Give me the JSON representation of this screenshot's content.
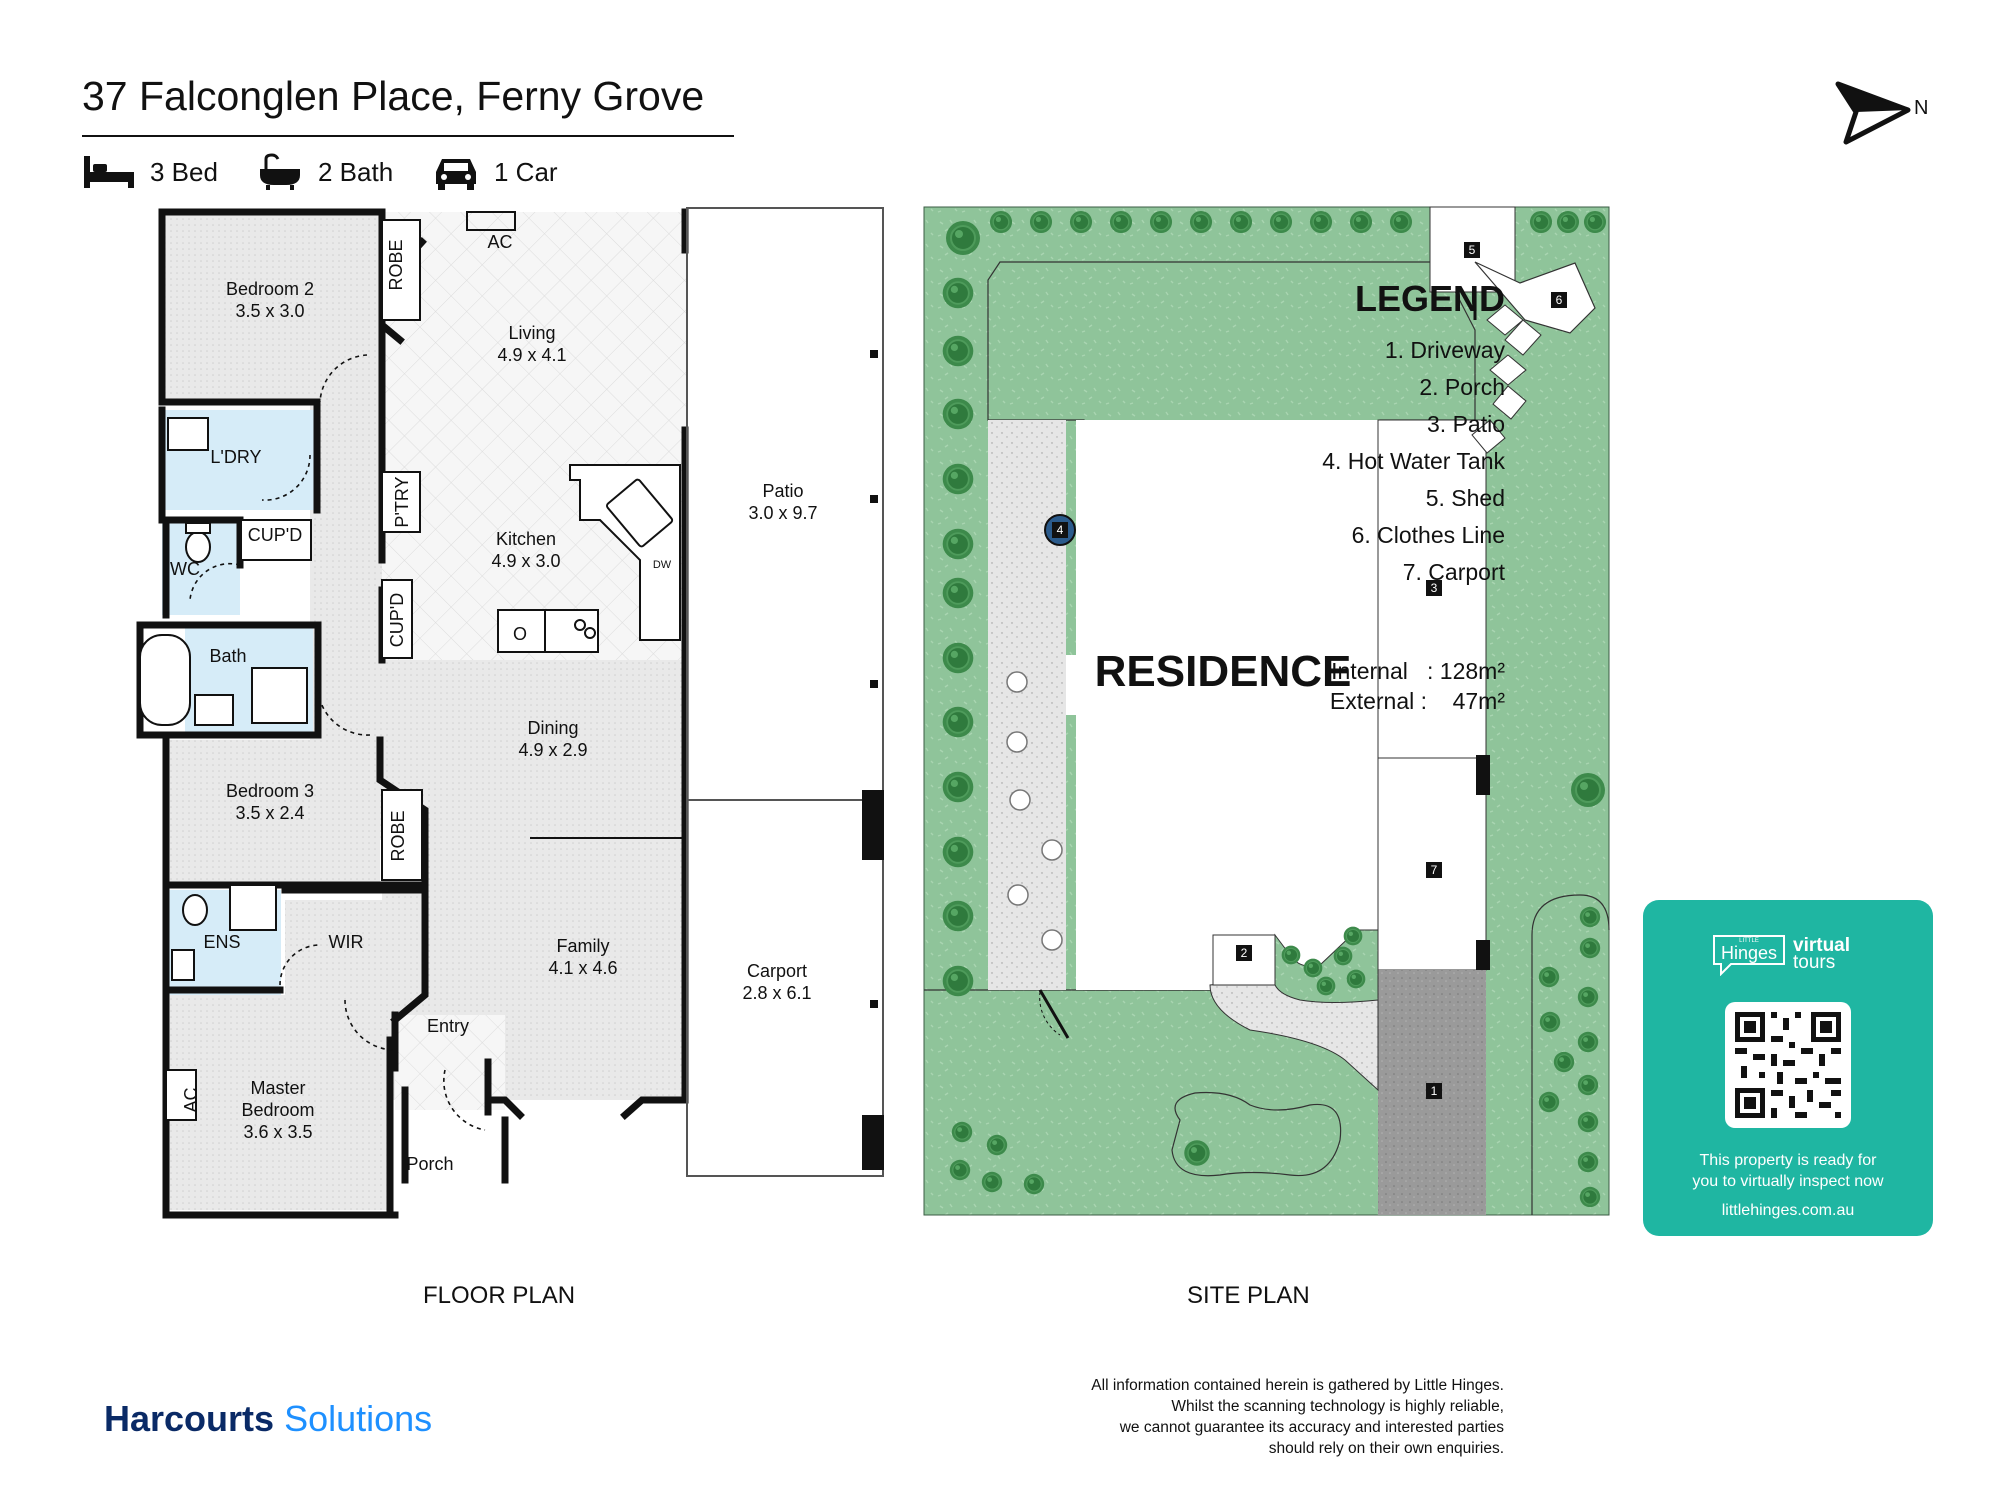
{
  "title": "37 Falconglen Place, Ferny Grove",
  "features": {
    "bed": "3 Bed",
    "bath": "2 Bath",
    "car": "1 Car"
  },
  "north_label": "N",
  "floor_plan": {
    "caption": "FLOOR PLAN",
    "rooms": {
      "bedroom2": {
        "name": "Bedroom 2",
        "size": "3.5 x 3.0"
      },
      "living": {
        "name": "Living",
        "size": "4.9 x 4.1"
      },
      "kitchen": {
        "name": "Kitchen",
        "size": "4.9 x 3.0"
      },
      "patio": {
        "name": "Patio",
        "size": "3.0 x 9.7"
      },
      "dining": {
        "name": "Dining",
        "size": "4.9 x 2.9"
      },
      "bedroom3": {
        "name": "Bedroom 3",
        "size": "3.5 x 2.4"
      },
      "family": {
        "name": "Family",
        "size": "4.1 x 4.6"
      },
      "carport": {
        "name": "Carport",
        "size": "2.8 x 6.1"
      },
      "master": {
        "name1": "Master",
        "name2": "Bedroom",
        "size": "3.6 x 3.5"
      }
    },
    "labels": {
      "laundry": "L'DRY",
      "wc": "WC",
      "cupd1": "CUP'D",
      "cupd2": "CUP'D",
      "bath": "Bath",
      "ens": "ENS",
      "wir": "WIR",
      "entry": "Entry",
      "porch": "Porch",
      "robe1": "ROBE",
      "robe2": "ROBE",
      "pantry": "P'TRY",
      "ac1": "AC",
      "ac2": "AC",
      "dw": "DW",
      "oven": "O"
    }
  },
  "site_plan": {
    "caption": "SITE PLAN",
    "residence": "RESIDENCE",
    "markers": [
      "1",
      "2",
      "3",
      "4",
      "5",
      "6",
      "7"
    ]
  },
  "legend": {
    "title": "LEGEND",
    "items": [
      "1. Driveway",
      "2. Porch",
      "3. Patio",
      "4. Hot Water Tank",
      "5. Shed",
      "6. Clothes Line",
      "7. Carport"
    ],
    "internal_label": "Internal",
    "internal_value": ": 128m²",
    "external_label": "External :",
    "external_value": "47m²"
  },
  "card": {
    "brand_small": "LITTLE",
    "brand": "Hinges",
    "brand_virtual": "virtual",
    "brand_tours": "tours",
    "line1": "This property is ready for",
    "line2": "you to virtually inspect now",
    "url": "littlehinges.com.au"
  },
  "agency": {
    "name": "Harcourts",
    "sub": "Solutions"
  },
  "disclaimer": [
    "All information contained herein is gathered by Little Hinges.",
    "Whilst the scanning technology is highly reliable,",
    "we cannot guarantee its accuracy and interested parties",
    "should rely on their own enquiries."
  ],
  "colors": {
    "grass": "#8fc49a",
    "wet": "#d6ecf8",
    "teal": "#1fb6a2",
    "brand_navy": "#0a2a66",
    "brand_blue": "#1e90ff"
  }
}
